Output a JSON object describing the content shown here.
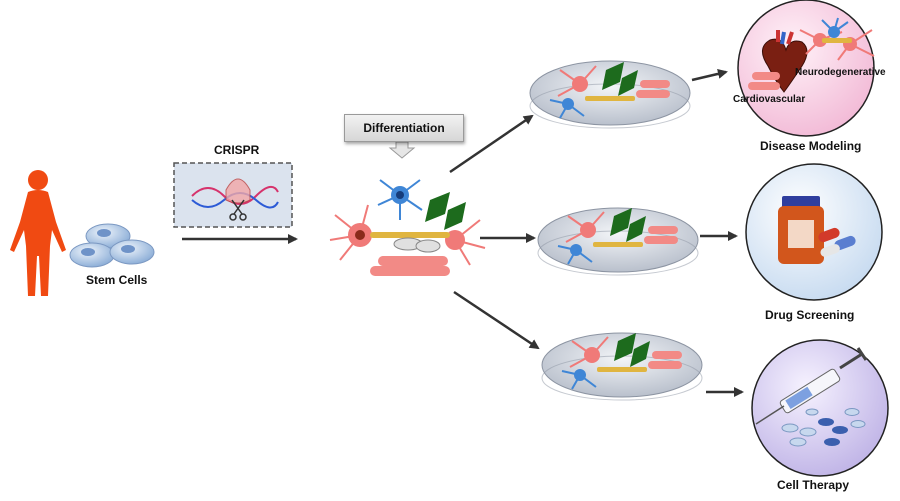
{
  "labels": {
    "stem_cells": "Stem Cells",
    "crispr": "CRISPR",
    "differentiation": "Differentiation",
    "disease_modeling": "Disease Modeling",
    "cardiovascular": "Cardiovascular",
    "neurodegenerative": "Neurodegenerative",
    "drug_screening": "Drug Screening",
    "cell_therapy": "Cell Therapy"
  },
  "colors": {
    "human": "#f04a12",
    "stem_cell": "#a8c4e4",
    "neuron_red": "#f07a78",
    "neuron_blue": "#3f86d6",
    "cardiomyocyte": "#f28a86",
    "green_cell": "#1d6b1d",
    "dish": "#d8dde6",
    "arrow": "#333333",
    "circle_disease": "#f7d8ea",
    "circle_drug": "#e4eef8",
    "circle_therapy": "#ddd6f2"
  }
}
